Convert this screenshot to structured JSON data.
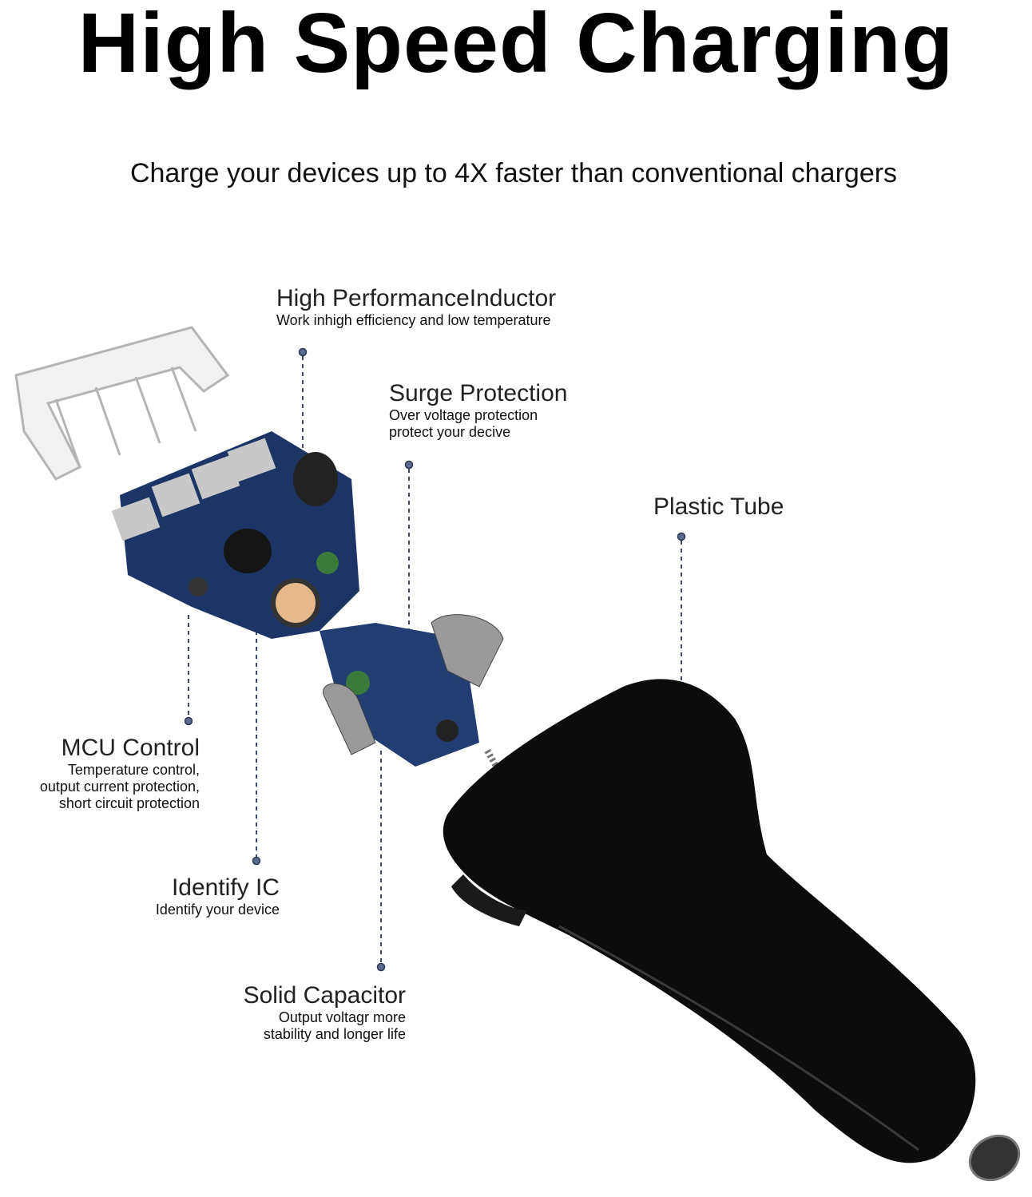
{
  "header": {
    "title": "High Speed Charging",
    "subtitle": "Charge your devices up to 4X faster than conventional chargers"
  },
  "callouts": [
    {
      "title": "High PerformanceInductor",
      "lines": [
        "Work inhigh efficiency and low temperature"
      ]
    },
    {
      "title": "Surge Protection",
      "lines": [
        "Over voltage protection",
        "protect your decive"
      ]
    },
    {
      "title": "Plastic Tube",
      "lines": []
    },
    {
      "title": "MCU Control",
      "lines": [
        "Temperature control,",
        "output current protection,",
        "short circuit protection"
      ]
    },
    {
      "title": "Identify IC",
      "lines": [
        "Identify your device"
      ]
    },
    {
      "title": "Solid Capacitor",
      "lines": [
        "Output voltagr more",
        "stability and longer life"
      ]
    }
  ],
  "colors": {
    "pcb": "#1d3566",
    "body": "#0c0c0c",
    "leader": "#3d4a66"
  }
}
